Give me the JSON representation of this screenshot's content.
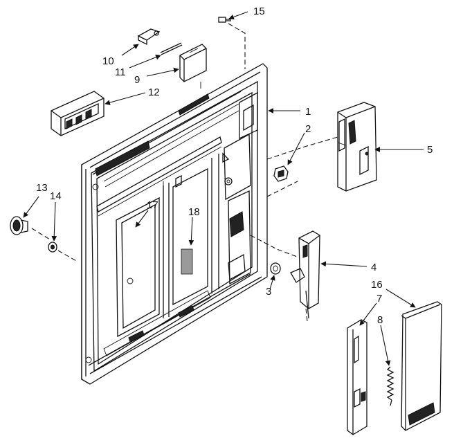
{
  "callouts": [
    {
      "id": "c1",
      "label": "1"
    },
    {
      "id": "c2",
      "label": "2"
    },
    {
      "id": "c3",
      "label": "3"
    },
    {
      "id": "c4",
      "label": "4"
    },
    {
      "id": "c5",
      "label": "5"
    },
    {
      "id": "c7",
      "label": "7"
    },
    {
      "id": "c8",
      "label": "8"
    },
    {
      "id": "c9",
      "label": "9"
    },
    {
      "id": "c10",
      "label": "10"
    },
    {
      "id": "c11",
      "label": "11"
    },
    {
      "id": "c12",
      "label": "12"
    },
    {
      "id": "c13",
      "label": "13"
    },
    {
      "id": "c14",
      "label": "14"
    },
    {
      "id": "c15",
      "label": "15"
    },
    {
      "id": "c16",
      "label": "16"
    },
    {
      "id": "c17",
      "label": "17"
    },
    {
      "id": "c18",
      "label": "18"
    }
  ]
}
